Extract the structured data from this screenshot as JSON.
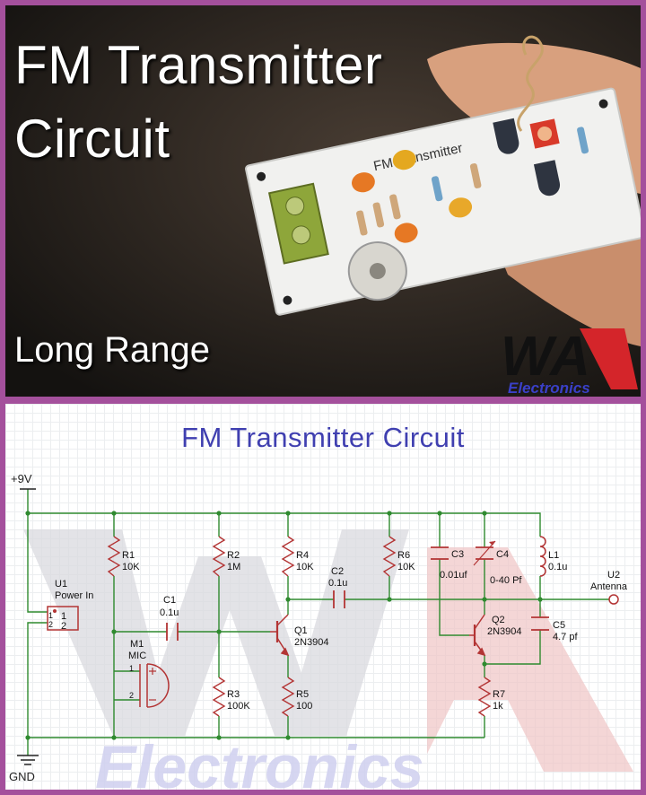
{
  "photo": {
    "title_line1": "FM Transmitter",
    "title_line2": "Circuit",
    "subtitle": "Long Range",
    "pcb_label": "FM Transmitter",
    "logo_letters": "WA",
    "logo_word": "Electronics"
  },
  "schematic": {
    "title": "FM Transmitter Circuit",
    "watermark": "Electronics",
    "power_label": "+9V",
    "ground_label": "GND",
    "components": {
      "r1": {
        "ref": "R1",
        "value": "10K"
      },
      "r2": {
        "ref": "R2",
        "value": "1M"
      },
      "r3": {
        "ref": "R3",
        "value": "100K"
      },
      "r4": {
        "ref": "R4",
        "value": "10K"
      },
      "r5": {
        "ref": "R5",
        "value": "100"
      },
      "r6": {
        "ref": "R6",
        "value": "10K"
      },
      "r7": {
        "ref": "R7",
        "value": "1k"
      },
      "c1": {
        "ref": "C1",
        "value": "0.1u"
      },
      "c2": {
        "ref": "C2",
        "value": "0.1u"
      },
      "c3": {
        "ref": "C3",
        "value": "0.01uf"
      },
      "c4": {
        "ref": "C4",
        "value": "0-40 Pf"
      },
      "c5": {
        "ref": "C5",
        "value": "4.7 pf"
      },
      "l1": {
        "ref": "L1",
        "value": "0.1u"
      },
      "q1": {
        "ref": "Q1",
        "value": "2N3904"
      },
      "q2": {
        "ref": "Q2",
        "value": "2N3904"
      },
      "u1": {
        "ref": "U1",
        "value": "Power In",
        "pin1": "1",
        "pin2": "2"
      },
      "u2": {
        "ref": "U2",
        "value": "Antenna"
      },
      "m1": {
        "ref": "M1",
        "value": "MIC",
        "pin1": "1",
        "pin2": "2"
      }
    }
  }
}
